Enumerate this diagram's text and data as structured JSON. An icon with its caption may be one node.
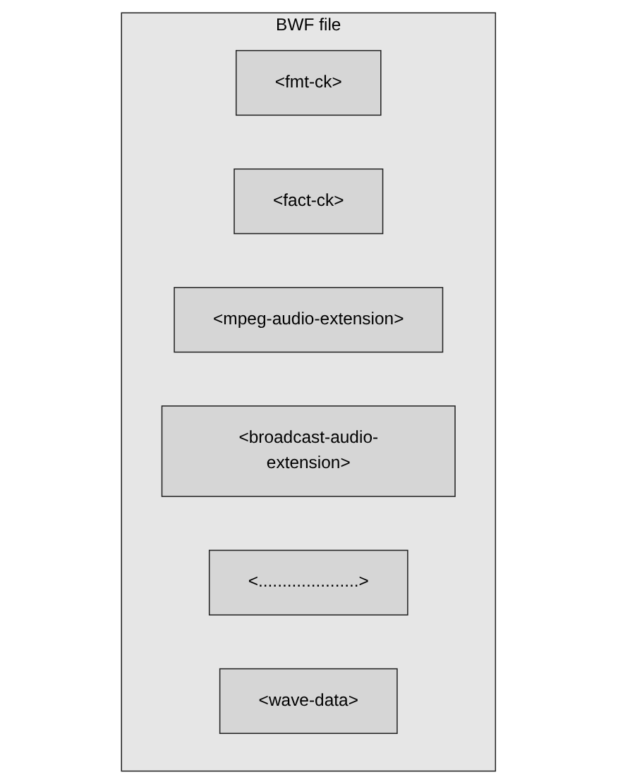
{
  "diagram": {
    "nodes": [
      {
        "text": [
          "BWF file"
        ]
      },
      {
        "text": [
          "<fmt-ck>"
        ],
        "in": 0
      },
      {
        "text": [
          "<fact-ck>"
        ],
        "in": 0
      },
      {
        "text": [
          "<mpeg-audio-extension>"
        ],
        "in": 0
      },
      {
        "text": [
          "<broadcast-audio-extension>"
        ],
        "in": 0
      },
      {
        "text": [
          "<.....................>"
        ],
        "in": 0
      },
      {
        "text": [
          "<wave-data>"
        ],
        "in": 0
      }
    ],
    "edges": []
  }
}
